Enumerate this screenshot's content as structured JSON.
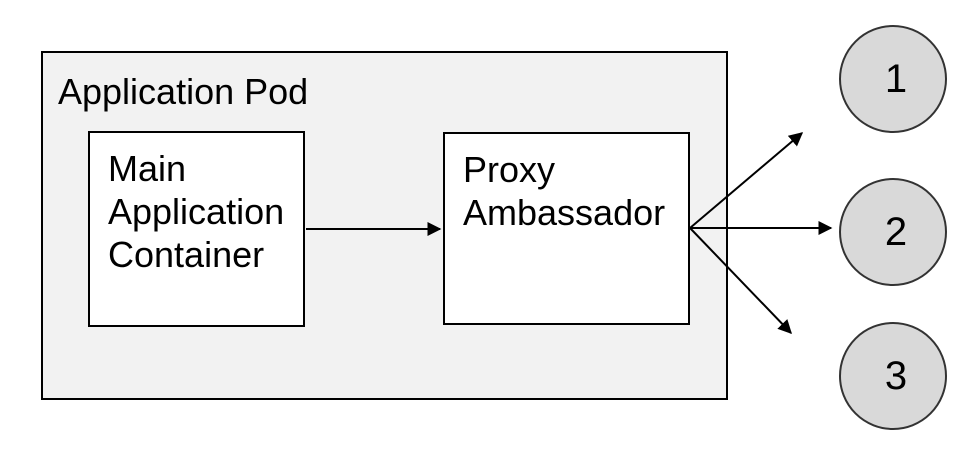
{
  "diagram": {
    "pod": {
      "label": "Application Pod"
    },
    "nodes": [
      {
        "id": "main-application-container",
        "label": "Main Application Container"
      },
      {
        "id": "proxy-ambassador",
        "label": "Proxy Ambassador"
      }
    ],
    "endpoints": [
      {
        "label": "1"
      },
      {
        "label": "2"
      },
      {
        "label": "3"
      }
    ],
    "edges": [
      {
        "from": "main-application-container",
        "to": "proxy-ambassador"
      },
      {
        "from": "proxy-ambassador",
        "to": "1"
      },
      {
        "from": "proxy-ambassador",
        "to": "2"
      },
      {
        "from": "proxy-ambassador",
        "to": "3"
      }
    ],
    "colors": {
      "pod_fill": "#f2f2f2",
      "node_fill": "#ffffff",
      "endpoint_fill": "#d9d9d9",
      "stroke": "#000000"
    }
  }
}
